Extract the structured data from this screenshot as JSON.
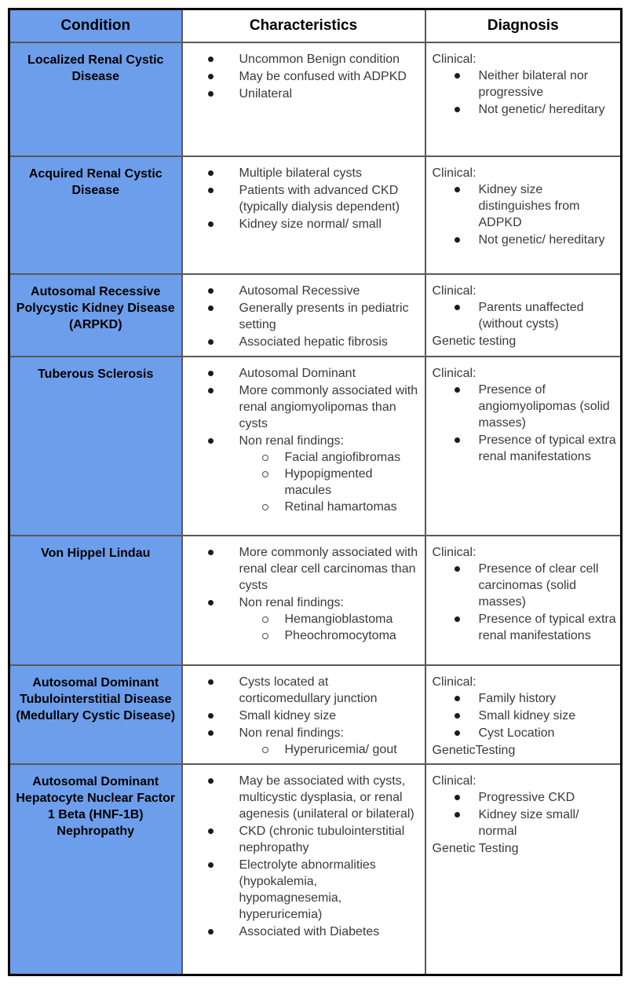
{
  "table": {
    "colors": {
      "condition_bg": "#6d9eeb",
      "header_text": "#000000",
      "body_text": "#3a3a3a",
      "border_outer": "#000000",
      "border_inner": "#595959"
    },
    "headers": [
      {
        "label": "Condition"
      },
      {
        "label": "Characteristics"
      },
      {
        "label": "Diagnosis"
      }
    ],
    "rows": [
      {
        "condition": "Localized Renal Cystic Disease",
        "characteristics": [
          {
            "text": "Uncommon Benign condition"
          },
          {
            "text": "May be confused with ADPKD"
          },
          {
            "text": "Unilateral"
          }
        ],
        "diagnosis": {
          "intro": "Clinical:",
          "bullets": [
            "Neither bilateral nor progressive",
            "Not genetic/ hereditary"
          ],
          "footer": ""
        }
      },
      {
        "condition": "Acquired Renal Cystic Disease",
        "characteristics": [
          {
            "text": "Multiple bilateral cysts"
          },
          {
            "text": "Patients with advanced CKD (typically dialysis dependent)"
          },
          {
            "text": "Kidney size normal/ small"
          }
        ],
        "diagnosis": {
          "intro": "Clinical:",
          "bullets": [
            "Kidney size distinguishes from ADPKD",
            "Not genetic/ hereditary"
          ],
          "footer": ""
        }
      },
      {
        "condition": "Autosomal Recessive Polycystic Kidney Disease (ARPKD)",
        "characteristics": [
          {
            "text": "Autosomal Recessive"
          },
          {
            "text": "Generally presents in pediatric setting"
          },
          {
            "text": "Associated hepatic fibrosis"
          }
        ],
        "diagnosis": {
          "intro": "Clinical:",
          "bullets": [
            "Parents unaffected (without cysts)"
          ],
          "footer": "Genetic testing"
        }
      },
      {
        "condition": "Tuberous Sclerosis",
        "characteristics": [
          {
            "text": "Autosomal Dominant"
          },
          {
            "text": "More commonly associated with renal angiomyolipomas than cysts"
          },
          {
            "text": "Non renal findings:",
            "sub": [
              "Facial angiofibromas",
              "Hypopigmented macules",
              "Retinal hamartomas"
            ]
          }
        ],
        "diagnosis": {
          "intro": "Clinical:",
          "bullets": [
            "Presence of angiomyolipomas (solid masses)",
            "Presence of typical extra renal manifestations"
          ],
          "footer": ""
        }
      },
      {
        "condition": "Von Hippel Lindau",
        "characteristics": [
          {
            "text": "More commonly associated with renal clear cell carcinomas than cysts"
          },
          {
            "text": "Non renal findings:",
            "sub": [
              "Hemangioblastoma",
              "Pheochromocytoma"
            ]
          }
        ],
        "diagnosis": {
          "intro": "Clinical:",
          "bullets": [
            "Presence of clear cell carcinomas (solid masses)",
            "Presence of typical extra renal manifestations"
          ],
          "footer": ""
        }
      },
      {
        "condition": "Autosomal Dominant Tubulointerstitial Disease\n(Medullary Cystic Disease)",
        "characteristics": [
          {
            "text": "Cysts located at corticomedullary junction"
          },
          {
            "text": "Small kidney size"
          },
          {
            "text": "Non renal findings:",
            "sub": [
              "Hyperuricemia/ gout"
            ]
          }
        ],
        "diagnosis": {
          "intro": "Clinical:",
          "bullets": [
            "Family history",
            "Small kidney size",
            "Cyst Location"
          ],
          "footer": "GeneticTesting"
        }
      },
      {
        "condition": "Autosomal Dominant Hepatocyte Nuclear Factor 1 Beta (HNF-1B) Nephropathy",
        "characteristics": [
          {
            "text": "May be associated with cysts, multicystic dysplasia, or renal agenesis (unilateral or bilateral)"
          },
          {
            "text": "CKD (chronic tubulointerstitial nephropathy"
          },
          {
            "text": "Electrolyte abnormalities (hypokalemia, hypomagnesemia, hyperuricemia)"
          },
          {
            "text": "Associated with Diabetes"
          }
        ],
        "diagnosis": {
          "intro": "Clinical:",
          "bullets": [
            "Progressive CKD",
            "Kidney size small/ normal"
          ],
          "footer": "Genetic Testing"
        }
      }
    ]
  }
}
